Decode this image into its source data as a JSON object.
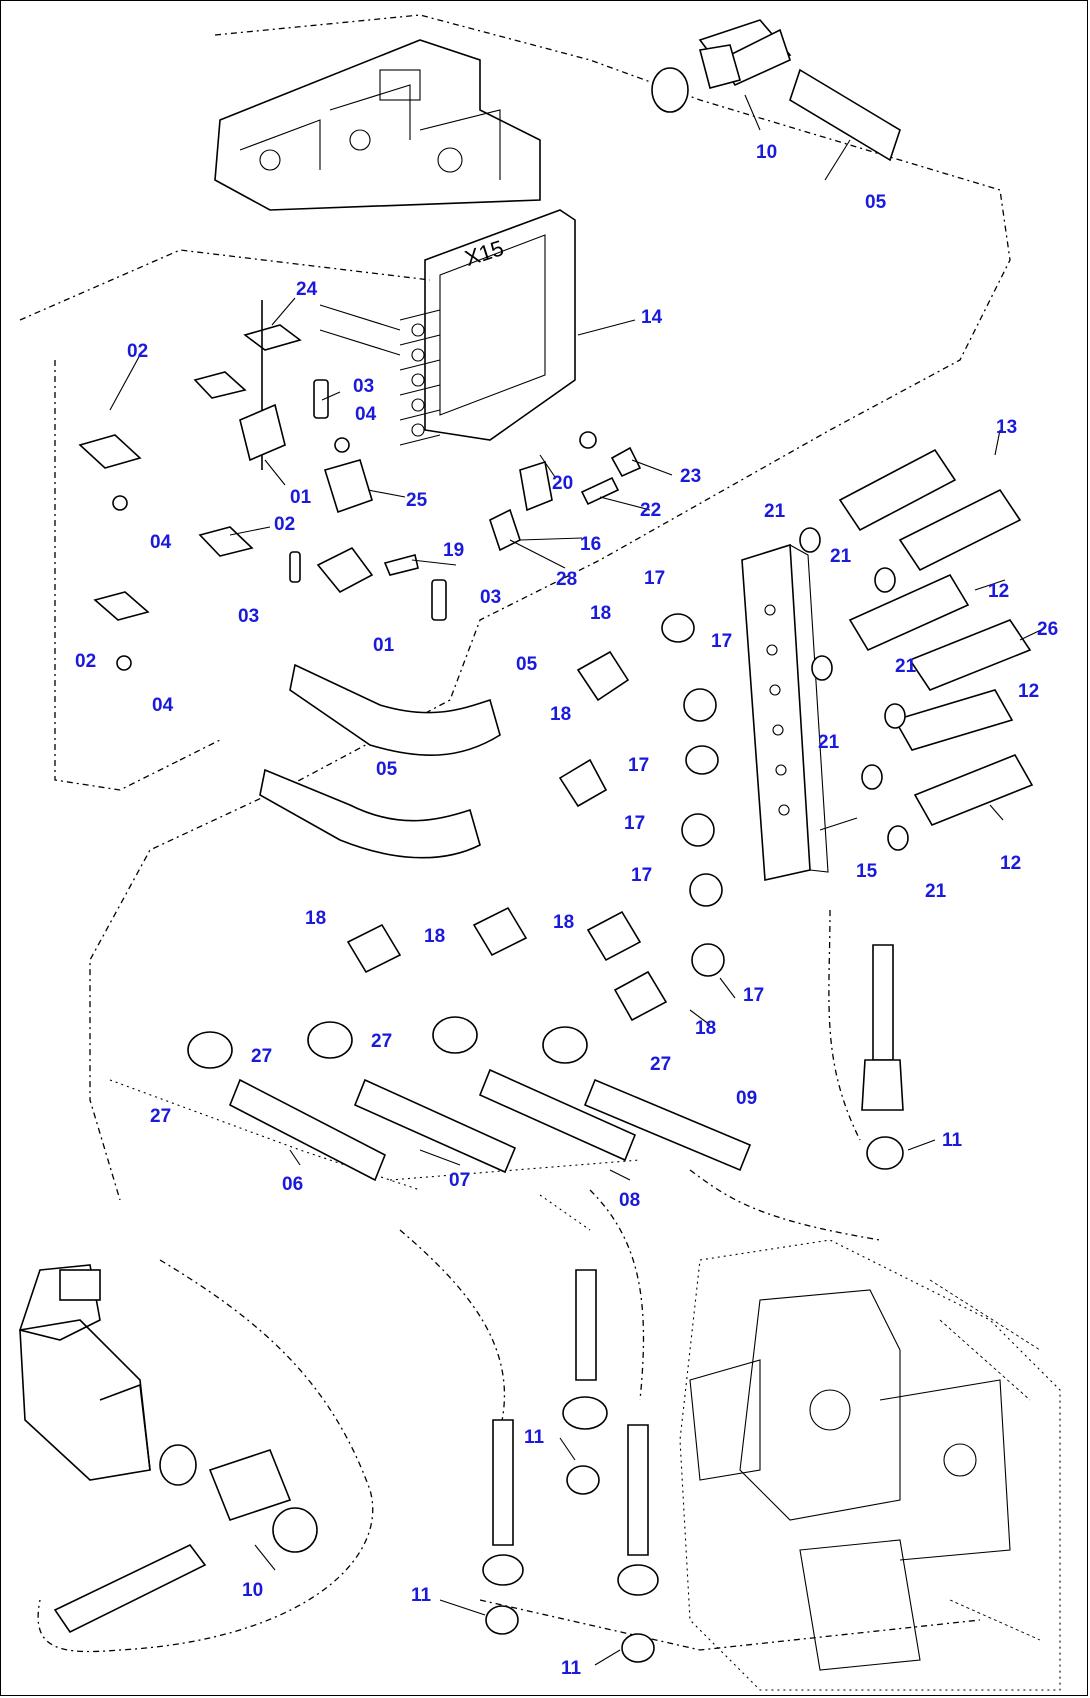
{
  "diagram": {
    "block_stamp": "X15",
    "accent_color": "#1a1adc",
    "callouts": [
      "10",
      "05",
      "24",
      "14",
      "02",
      "03",
      "04",
      "13",
      "01",
      "25",
      "20",
      "23",
      "02",
      "22",
      "16",
      "04",
      "21",
      "19",
      "21",
      "03",
      "28",
      "12",
      "03",
      "01",
      "17",
      "18",
      "26",
      "02",
      "17",
      "21",
      "05",
      "12",
      "04",
      "18",
      "21",
      "05",
      "17",
      "17",
      "15",
      "21",
      "12",
      "17",
      "18",
      "18",
      "18",
      "17",
      "18",
      "27",
      "27",
      "27",
      "09",
      "27",
      "11",
      "06",
      "07",
      "08",
      "11",
      "10",
      "11",
      "11"
    ]
  }
}
